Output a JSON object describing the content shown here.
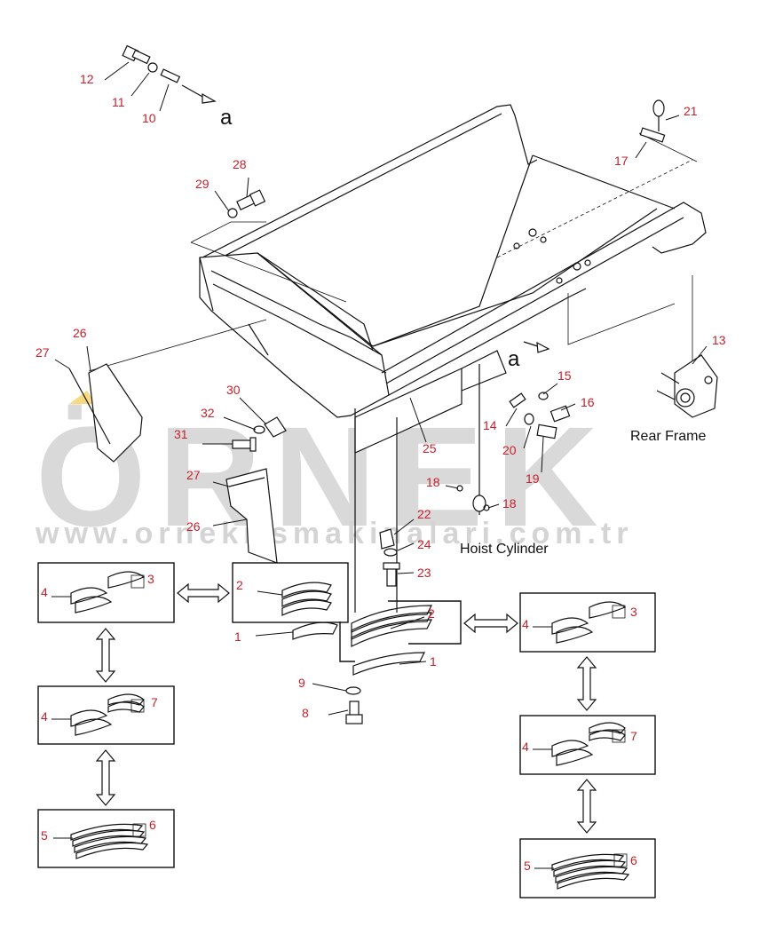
{
  "watermark": {
    "brand": "ÖRNEK",
    "url": "www.orneki smakinalari.com.tr",
    "accent": "#f2c94c"
  },
  "captions": {
    "rear_frame": "Rear Frame",
    "hoist_cylinder": "Hoist Cylinder"
  },
  "reference_letters": [
    "a",
    "a"
  ],
  "colors": {
    "callout": "#c8202a",
    "line": "#111111"
  },
  "callouts": {
    "n12": "12",
    "n11": "11",
    "n10": "10",
    "n21": "21",
    "n17": "17",
    "n28": "28",
    "n29": "29",
    "n13": "13",
    "n26a": "26",
    "n27a": "27",
    "n30": "30",
    "n32": "32",
    "n31": "31",
    "n15": "15",
    "n16": "16",
    "n14": "14",
    "n20": "20",
    "n19": "19",
    "n25": "25",
    "n27b": "27",
    "n26b": "26",
    "n18a": "18",
    "n18b": "18",
    "n22": "22",
    "n24": "24",
    "n23": "23",
    "n9": "9",
    "n8": "8",
    "c2": "2",
    "c1": "1",
    "b1_4": "4",
    "b1_3": "3",
    "b2_2": "2",
    "b2_1": "1",
    "b3_4": "4",
    "b3_7": "7",
    "b4_5": "5",
    "b4_6": "6",
    "r1_4": "4",
    "r1_3": "3",
    "r2_4": "4",
    "r2_7": "7",
    "r3_5": "5",
    "r3_6": "6"
  }
}
